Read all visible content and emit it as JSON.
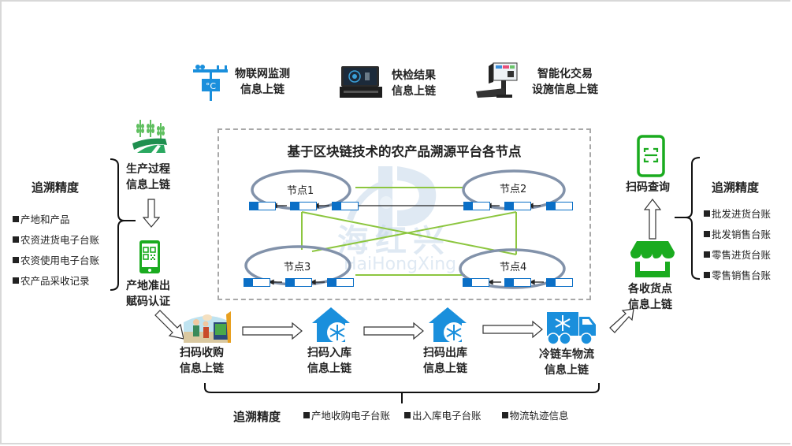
{
  "top_items": [
    {
      "icon": "iot-sensor-icon",
      "line1": "物联网监测",
      "line2": "信息上链"
    },
    {
      "icon": "rapid-test-device-icon",
      "line1": "快检结果",
      "line2": "信息上链"
    },
    {
      "icon": "pos-terminal-icon",
      "line1": "智能化交易",
      "line2": "设施信息上链"
    }
  ],
  "left": {
    "precision_title": "追溯精度",
    "precision_items": [
      "产地和产品",
      "农资进货电子台账",
      "农资使用电子台账",
      "农产品采收记录"
    ],
    "production": {
      "line1": "生产过程",
      "line2": "信息上链"
    },
    "origin": {
      "line1": "产地准出",
      "line2": "赋码认证"
    }
  },
  "center": {
    "title": "基于区块链技术的农产品溯源平台各节点",
    "nodes": [
      "节点1",
      "节点2",
      "节点3",
      "节点4"
    ],
    "watermark_cn": "海红兴",
    "watermark_en": "HaiHongXing"
  },
  "bottom_flow": [
    {
      "icon": "farm-purchase-icon",
      "line1": "扫码收购",
      "line2": "信息上链"
    },
    {
      "icon": "warehouse-in-icon",
      "line1": "扫码入库",
      "line2": "信息上链"
    },
    {
      "icon": "warehouse-out-icon",
      "line1": "扫码出库",
      "line2": "信息上链"
    },
    {
      "icon": "cold-chain-truck-icon",
      "line1": "冷链车物流",
      "line2": "信息上链"
    }
  ],
  "bottom_precision": {
    "title": "追溯精度",
    "items": [
      "产地收购电子台账",
      "出入库电子台账",
      "物流轨迹信息"
    ]
  },
  "right": {
    "scan_query": "扫码查询",
    "store": {
      "line1": "各收货点",
      "line2": "信息上链"
    },
    "precision_title": "追溯精度",
    "precision_items": [
      "批发进货台账",
      "批发销售台账",
      "零售进货台账",
      "零售销售台账"
    ]
  },
  "colors": {
    "green": "#1aab1f",
    "blue": "#1a8fdc",
    "node_blue": "#0b6fc6",
    "link_green": "#8cc63f",
    "ellipse_gray": "#8292aa"
  }
}
